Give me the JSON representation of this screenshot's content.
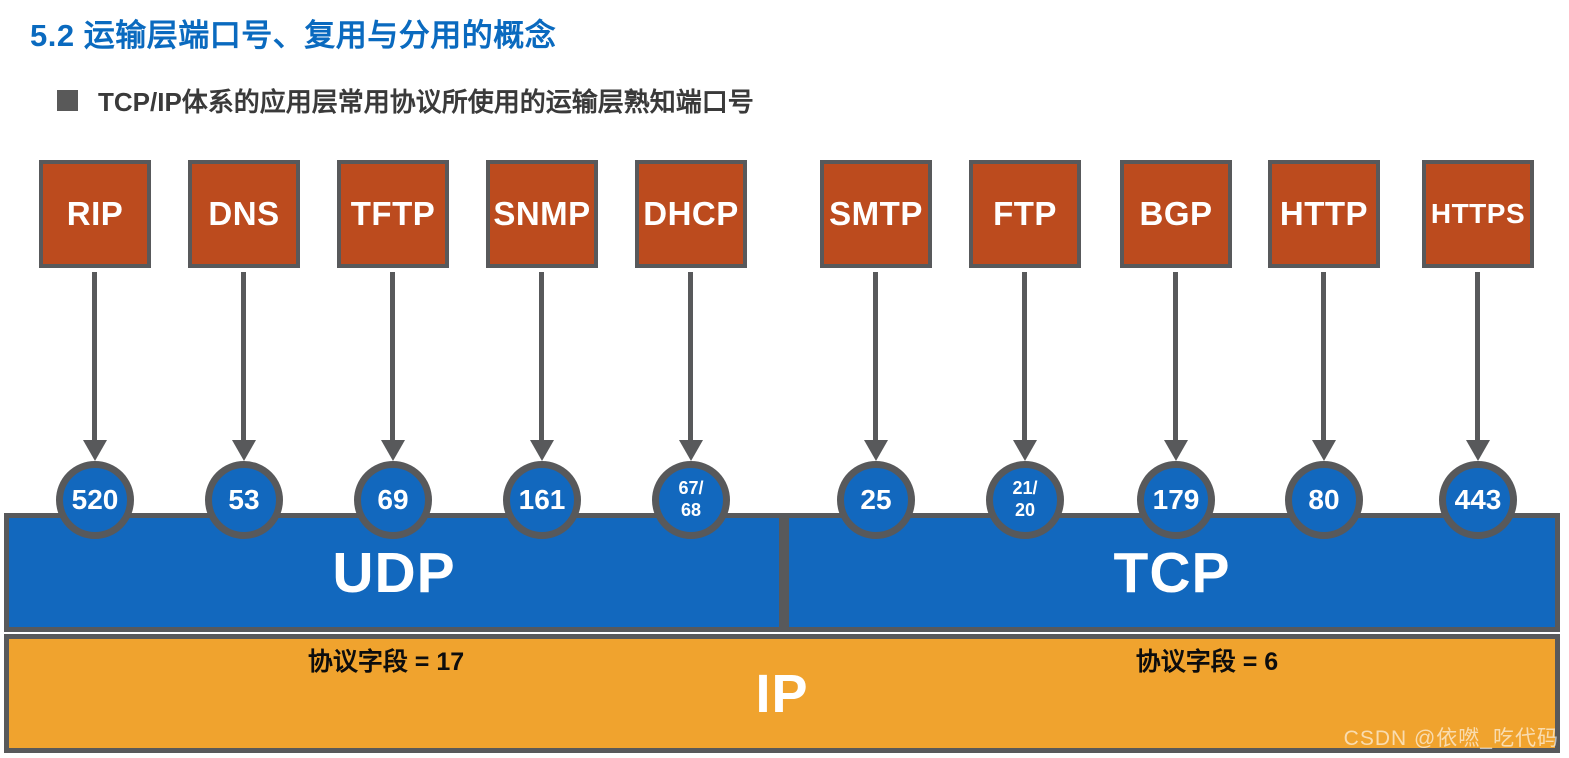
{
  "page": {
    "title": "5.2 运输层端口号、复用与分用的概念",
    "subtitle": "TCP/IP体系的应用层常用协议所使用的运输层熟知端口号",
    "watermark": "CSDN @依嘫_吃代码"
  },
  "columns": [
    {
      "protocol": "RIP",
      "port": "520",
      "transport": "UDP"
    },
    {
      "protocol": "DNS",
      "port": "53",
      "transport": "UDP"
    },
    {
      "protocol": "TFTP",
      "port": "69",
      "transport": "UDP"
    },
    {
      "protocol": "SNMP",
      "port": "161",
      "transport": "UDP"
    },
    {
      "protocol": "DHCP",
      "port": "67/\n68",
      "transport": "UDP"
    },
    {
      "protocol": "SMTP",
      "port": "25",
      "transport": "TCP"
    },
    {
      "protocol": "FTP",
      "port": "21/\n20",
      "transport": "TCP"
    },
    {
      "protocol": "BGP",
      "port": "179",
      "transport": "TCP"
    },
    {
      "protocol": "HTTP",
      "port": "80",
      "transport": "TCP"
    },
    {
      "protocol": "HTTPS",
      "port": "443",
      "transport": "TCP"
    }
  ],
  "transport_layers": [
    {
      "label": "UDP",
      "protocol_field": "协议字段 = 17"
    },
    {
      "label": "TCP",
      "protocol_field": "协议字段 = 6"
    }
  ],
  "network_layer": {
    "label": "IP"
  },
  "colors": {
    "title_blue": "#0a6abf",
    "protocol_box_rust": "#bc4b1e",
    "port_circle_blue": "#1268be",
    "transport_bar_blue": "#1268be",
    "ip_bar_orange": "#f0a32e",
    "border_gray": "#58595b"
  }
}
